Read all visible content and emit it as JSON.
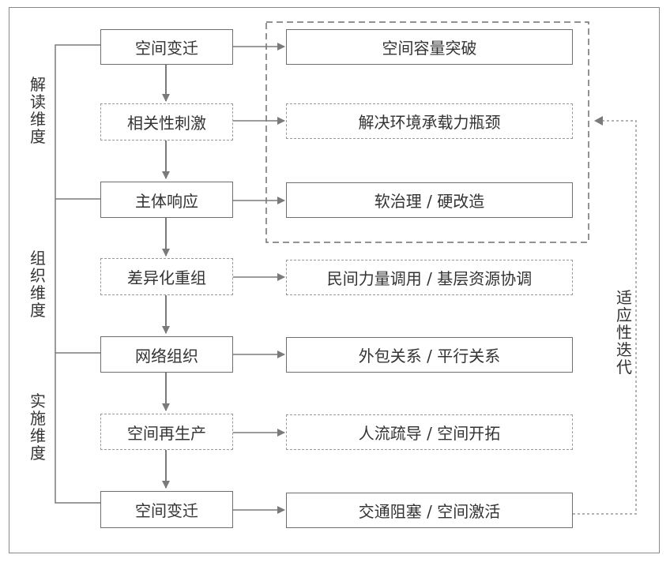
{
  "left_boxes": [
    {
      "label": "空间变迁",
      "style": "solid"
    },
    {
      "label": "相关性刺激",
      "style": "dotted"
    },
    {
      "label": "主体响应",
      "style": "solid"
    },
    {
      "label": "差异化重组",
      "style": "dotted"
    },
    {
      "label": "网络组织",
      "style": "solid"
    },
    {
      "label": "空间再生产",
      "style": "dotted"
    },
    {
      "label": "空间变迁",
      "style": "solid"
    }
  ],
  "right_boxes": [
    {
      "label": "空间容量突破",
      "style": "solid"
    },
    {
      "label": "解决环境承载力瓶颈",
      "style": "dotted"
    },
    {
      "label": "软治理 / 硬改造",
      "style": "solid"
    },
    {
      "label": "民间力量调用 / 基层资源协调",
      "style": "dotted"
    },
    {
      "label": "外包关系 / 平行关系",
      "style": "solid"
    },
    {
      "label": "人流疏导 / 空间开拓",
      "style": "dotted"
    },
    {
      "label": "交通阻塞 / 空间激活",
      "style": "solid"
    }
  ],
  "dimensions": [
    {
      "label": "解读维度"
    },
    {
      "label": "组织维度"
    },
    {
      "label": "实施维度"
    }
  ],
  "feedback_label": "适应性迭代",
  "colors": {
    "line": "#7a7a7a",
    "text": "#333333",
    "dotted_border": "#9a9a9a"
  }
}
